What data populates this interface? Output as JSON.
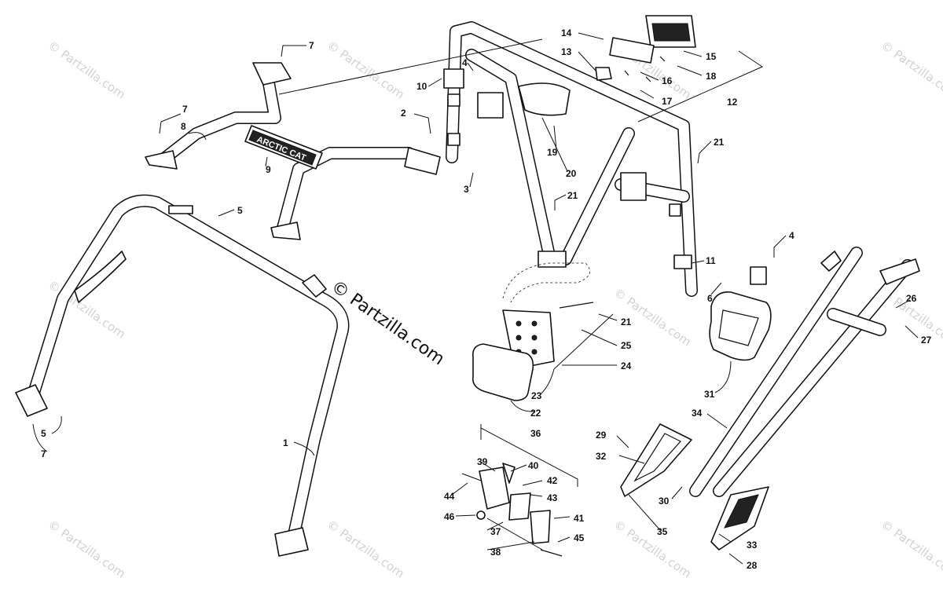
{
  "watermarks": {
    "main": "© Partzilla.com",
    "tile": "© Partzilla.com"
  },
  "decal_text": "ARCTIC CAT",
  "callouts": [
    "1",
    "2",
    "3",
    "4",
    "5",
    "6",
    "7",
    "8",
    "9",
    "10",
    "11",
    "12",
    "13",
    "14",
    "15",
    "16",
    "17",
    "18",
    "19",
    "20",
    "21",
    "22",
    "23",
    "24",
    "25",
    "26",
    "27",
    "28",
    "29",
    "30",
    "31",
    "32",
    "33",
    "34",
    "35",
    "36",
    "37",
    "38",
    "39",
    "40",
    "41",
    "42",
    "43",
    "44",
    "45",
    "46"
  ],
  "colors": {
    "line": "#111111",
    "watermark": "#d2d2d2",
    "background": "#ffffff"
  }
}
